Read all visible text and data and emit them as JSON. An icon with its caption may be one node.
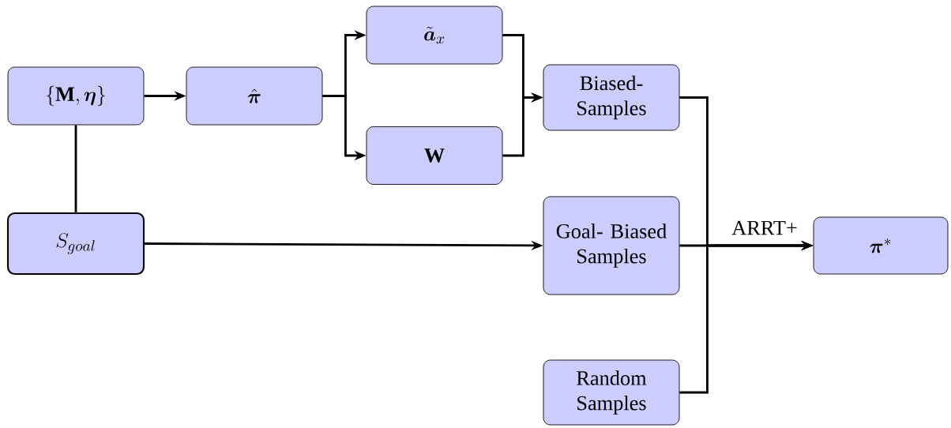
{
  "diagram": {
    "nodes": [
      {
        "text": [
          "\\{\\mathbf{M},\\boldsymbol{\\eta}\\}"
        ]
      },
      {
        "text": [
          "\\hat{\\boldsymbol{\\pi}}"
        ]
      },
      {
        "text": [
          "\\tilde{\\boldsymbol{a}}_x"
        ]
      },
      {
        "text": [
          "\\mathbf{W}"
        ]
      },
      {
        "text": [
          "Biased- Samples"
        ]
      },
      {
        "text": [
          "S_{goal}"
        ]
      },
      {
        "text": [
          "Goal- Biased Samples"
        ]
      },
      {
        "text": [
          "Random Samples"
        ]
      },
      {
        "text": [
          "\\boldsymbol{\\pi}^*"
        ]
      }
    ],
    "edges": [
      {
        "from": 0,
        "to": 1,
        "arrow": "to"
      },
      {
        "from": 1,
        "to": 2,
        "arrow": "to"
      },
      {
        "from": 1,
        "to": 3,
        "arrow": "to"
      },
      {
        "from": 2,
        "to": 4,
        "arrow": "to"
      },
      {
        "from": 3,
        "to": 4,
        "arrow": "to"
      },
      {
        "from": 0,
        "to": 5,
        "arrow": "none"
      },
      {
        "from": 5,
        "to": 6,
        "arrow": "to"
      },
      {
        "from": 4,
        "to": 8,
        "arrow": "to"
      },
      {
        "from": 6,
        "to": 8,
        "arrow": "to",
        "label": "ARRT+"
      },
      {
        "from": 7,
        "to": 8,
        "arrow": "to"
      }
    ]
  }
}
